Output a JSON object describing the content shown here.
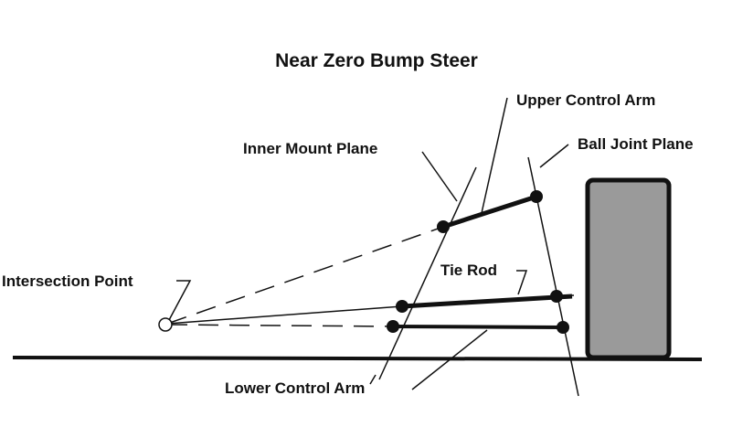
{
  "title": "Near Zero Bump Steer",
  "labels": {
    "upper_control_arm": "Upper Control Arm",
    "ball_joint_plane": "Ball Joint Plane",
    "inner_mount_plane": "Inner Mount Plane",
    "intersection_point": "Intersection Point",
    "tie_rod": "Tie Rod",
    "lower_control_arm": "Lower Control Arm"
  },
  "colors": {
    "ink": "#111111",
    "tire_fill": "#9a9a9a",
    "background": "#ffffff"
  }
}
